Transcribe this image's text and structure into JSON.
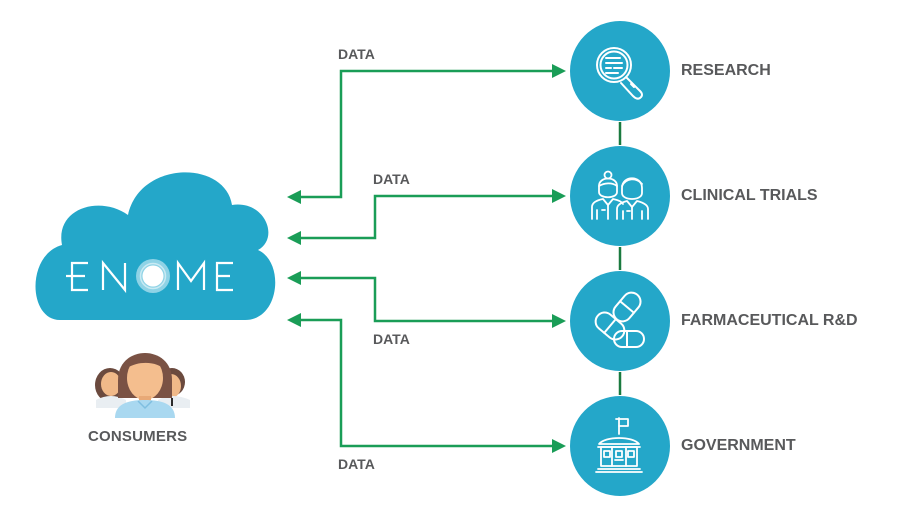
{
  "colors": {
    "teal": "#24a7c9",
    "arrow_green": "#1a9d57",
    "text_gray": "#58595b",
    "white": "#ffffff"
  },
  "hub": {
    "logo_text": "ENOME",
    "logo_letters": [
      "E",
      "N",
      "O",
      "M",
      "E"
    ],
    "consumers_label": "CONSUMERS"
  },
  "nodes": [
    {
      "label": "RESEARCH",
      "icon": "magnifier-document-icon",
      "flow_label": "DATA"
    },
    {
      "label": "CLINICAL TRIALS",
      "icon": "two-people-icon",
      "flow_label": "DATA"
    },
    {
      "label": "FARMACEUTICAL R&D",
      "icon": "pills-icon",
      "flow_label": "DATA"
    },
    {
      "label": "GOVERNMENT",
      "icon": "government-building-icon",
      "flow_label": "DATA"
    }
  ]
}
